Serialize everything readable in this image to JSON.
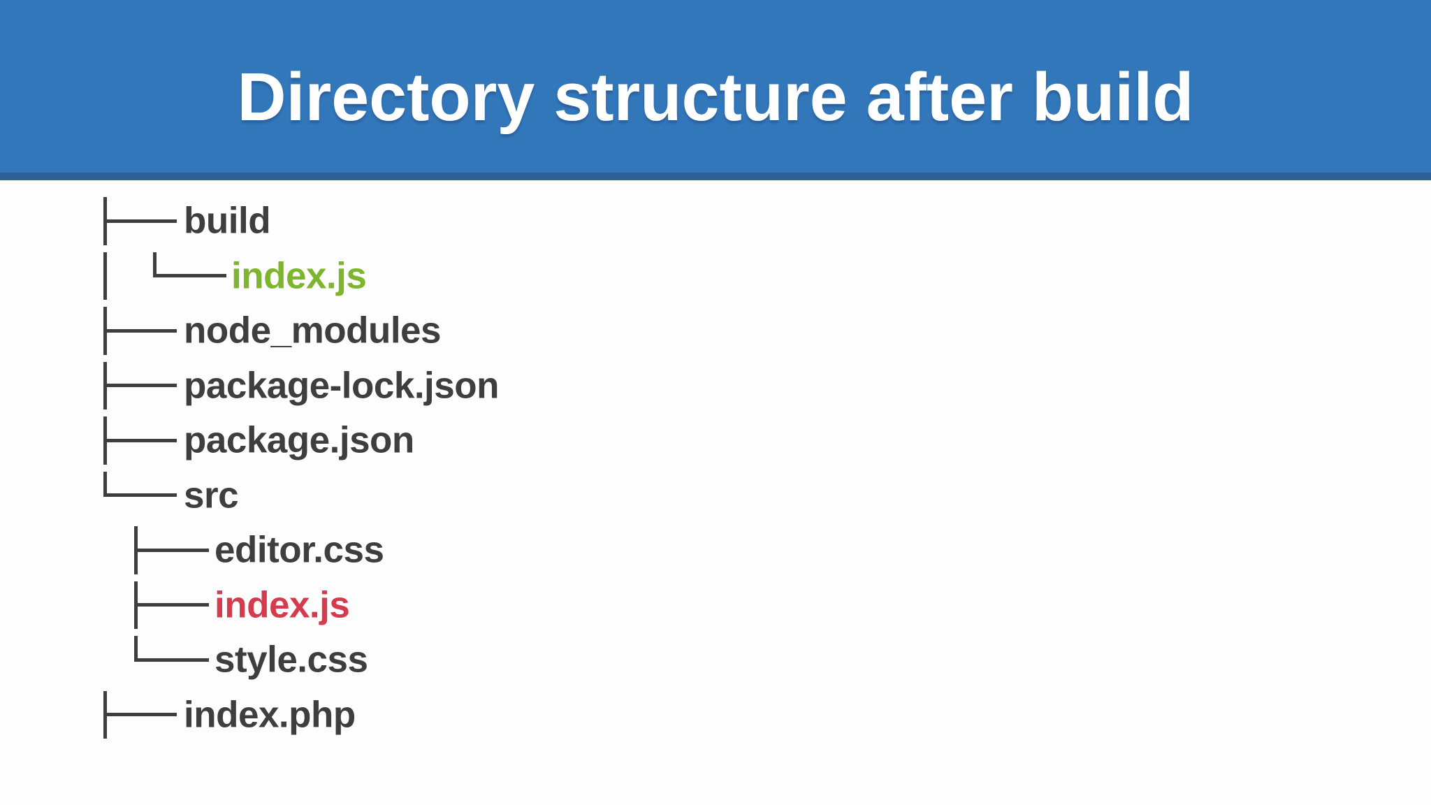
{
  "header": {
    "title": "Directory structure after build"
  },
  "colors": {
    "header_bg": "#3377bb",
    "header_strip": "#2d6093",
    "page_bg": "#fdfdfe",
    "line": "#3e3e3e",
    "text": "#3e3e3e",
    "green": "#7eb52e",
    "red": "#d53a4d",
    "title_text": "#ffffff"
  },
  "tree": {
    "items": [
      {
        "label": "build",
        "parent": "root",
        "branch": "tee",
        "color": "text"
      },
      {
        "label": "index.js",
        "parent": "build",
        "branch": "elbow",
        "color": "green",
        "pipe": true
      },
      {
        "label": "node_modules",
        "parent": "root",
        "branch": "tee",
        "color": "text"
      },
      {
        "label": "package-lock.json",
        "parent": "root",
        "branch": "tee",
        "color": "text"
      },
      {
        "label": "package.json",
        "parent": "root",
        "branch": "tee",
        "color": "text"
      },
      {
        "label": "src",
        "parent": "root",
        "branch": "elbow",
        "color": "text"
      },
      {
        "label": "editor.css",
        "parent": "src",
        "branch": "tee",
        "color": "text"
      },
      {
        "label": "index.js",
        "parent": "src",
        "branch": "tee",
        "color": "red"
      },
      {
        "label": "style.css",
        "parent": "src",
        "branch": "elbow",
        "color": "text"
      },
      {
        "label": "index.php",
        "parent": "root",
        "branch": "tee",
        "color": "text"
      }
    ]
  }
}
